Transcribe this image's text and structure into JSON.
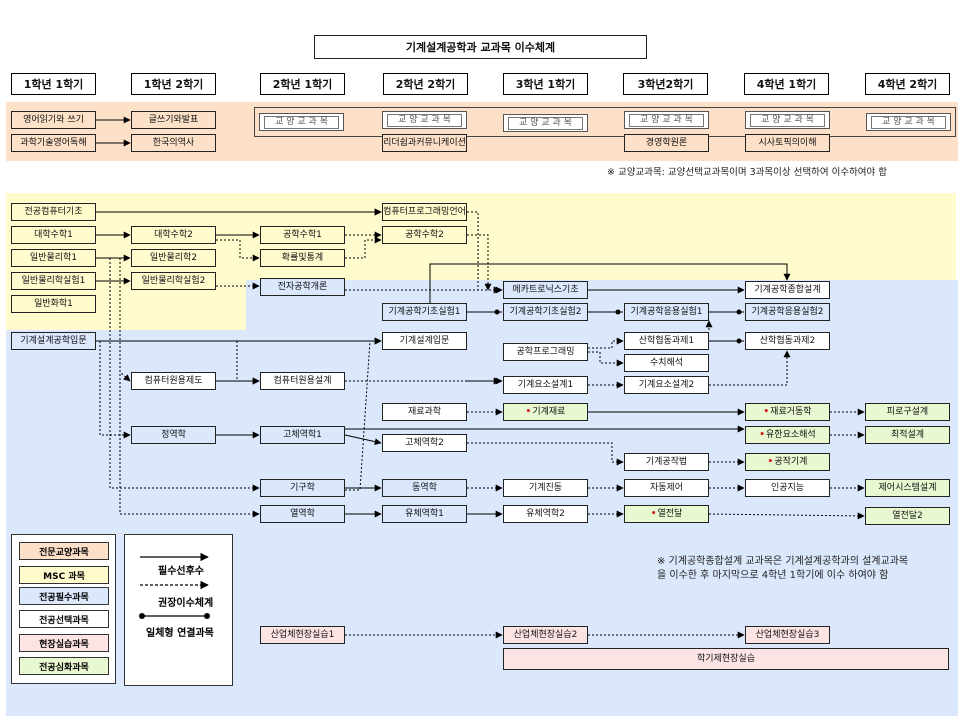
{
  "title": "기계설계공학과 교과목 이수체계",
  "semesters": [
    "1학년 1학기",
    "1학년 2학기",
    "2학년 1학기",
    "2학년 2학기",
    "3학년 1학기",
    "3학년2학기",
    "4학년 1학기",
    "4학년 2학기"
  ],
  "general_label": "교 양 교 과 목",
  "courses": {
    "eng_read": "영어읽기와 쓰기",
    "writing": "글쓰기와발표",
    "sci_eng": "과학기술영어독해",
    "kor_hist": "한국의역사",
    "leader": "리더쉽과커뮤니케이션",
    "mgmt": "경영학원론",
    "current": "시사토픽의이해",
    "cs_basic": "전공컴퓨터기초",
    "comp_lang": "컴퓨터프로그래밍언어",
    "math1": "대학수학1",
    "math2": "대학수학2",
    "eng_math1": "공학수학1",
    "eng_math2": "공학수학2",
    "phys1": "일반물리학1",
    "phys2": "일반물리학2",
    "prob": "확률및통계",
    "phys_lab1": "일반물리학실험1",
    "phys_lab2": "일반물리학실험2",
    "elec": "전자공학개론",
    "mecha": "메카트로닉스기초",
    "capstone": "기계공학종합설계",
    "chem1": "일반화학1",
    "mfg_lab1": "기계공학기초실험1",
    "mfg_lab2": "기계공학기초실험2",
    "app_lab1": "기계공학응용실험1",
    "app_lab2": "기계공학응용실험2",
    "intro_mde": "기계설계공학입문",
    "design_intro": "기계설계입문",
    "eng_prog": "공학프로그래밍",
    "ind_proj1": "산학협동과제1",
    "ind_proj2": "산학협동과제2",
    "numeric": "수치해석",
    "cad": "컴퓨터원용제도",
    "cad2": "컴퓨터원용설계",
    "elem1": "기계요소설계1",
    "elem2": "기계요소설계2",
    "material": "재료과학",
    "mat_mech": "기계재료",
    "mat_behav": "재료거동학",
    "fatigue": "피로구설계",
    "statics": "정역학",
    "solid1": "고체역학1",
    "solid2": "고체역학2",
    "fem": "유한요소해석",
    "opt": "최적설계",
    "mfg": "기계공작법",
    "machine_tool": "공작기계",
    "kinematics": "기구학",
    "dynamics": "동역학",
    "vibration": "기계진동",
    "control": "자동제어",
    "ai": "인공지능",
    "ctrl_design": "제어시스템설계",
    "thermo": "열역학",
    "fluid1": "유체역학1",
    "fluid2": "유체역학2",
    "heat": "열전달",
    "heat2": "열전달2",
    "field1": "산업체현장실습1",
    "field2": "산업체현장실습2",
    "field3": "산업체현장실습3",
    "field_sem": "학기제현장실습"
  },
  "notes": {
    "general_note": "※ 교양교과목: 교양선택교과목이며 3과목이상 선택하여 이수하여야 함",
    "capstone_note1": "※ 기계공학종합설계 교과목은 기계설계공학과의 설계교과목",
    "capstone_note2": "을 이수한 후 마지막으로 4학년 1학기에 이수 하여야 함"
  },
  "legend": {
    "basic": "전문교양과목",
    "msc": "MSC 과목",
    "req": "전공필수과목",
    "elective": "전공선택과목",
    "practice": "현장실습과목",
    "advanced": "전공심화과목",
    "required_prereq": "필수선후수",
    "recommended": "권장이수체계",
    "integrated": "일체형 연결과목"
  },
  "colors": {
    "basic_zone": "#fde0c8",
    "msc_zone": "#fffbcc",
    "major_zone": "#dbe7fb",
    "advanced": "#e8f8d0",
    "practice": "#fce4e4",
    "dot": "#d62020"
  }
}
